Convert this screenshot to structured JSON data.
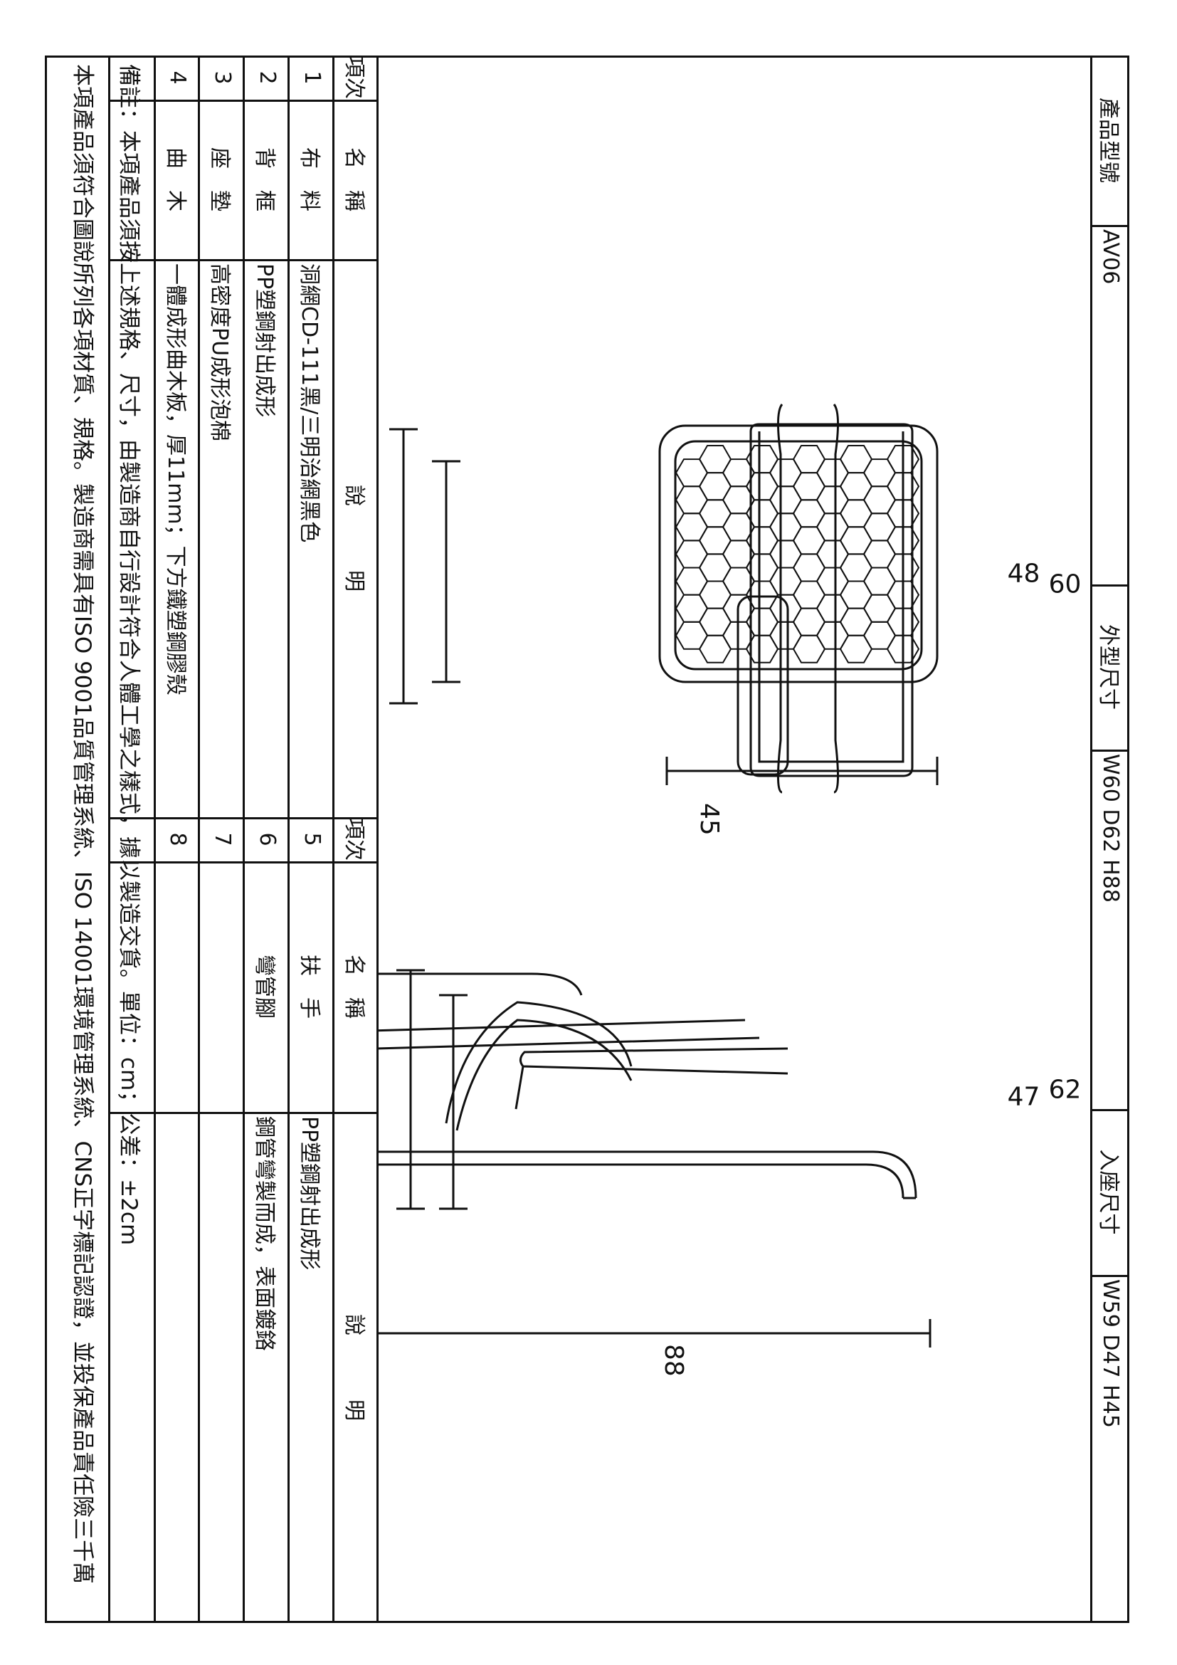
{
  "header": {
    "model_label": "產品型號",
    "model_value": "AV06",
    "outer_label": "外型尺寸",
    "outer_value": "W60 D62 H88",
    "inner_label": "入座尺寸",
    "inner_value": "W59 D47 H45"
  },
  "drawing": {
    "front_width": "45",
    "front_depth_outer": "60",
    "front_depth_inner": "48",
    "side_height_outer": "88",
    "side_depth_outer": "62",
    "side_depth_inner": "47"
  },
  "table": {
    "col_item": "項次",
    "col_name": "名　稱",
    "col_desc": "說　　　明",
    "left_rows": [
      {
        "no": "1",
        "name": "布　料",
        "desc": "洞網CD-111黑/三明治網黑色"
      },
      {
        "no": "2",
        "name": "背　框",
        "desc": "PP塑鋼射出成形"
      },
      {
        "no": "3",
        "name": "座　墊",
        "desc": "高密度PU成形泡棉"
      },
      {
        "no": "4",
        "name": "曲　木",
        "desc": "一體成形曲木板，厚11mm；下方鐵塑鋼膠殼"
      }
    ],
    "right_rows": [
      {
        "no": "5",
        "name": "扶　手",
        "desc": "PP塑鋼射出成形"
      },
      {
        "no": "6",
        "name": "彎管腳",
        "desc": "鋼管彎製而成，表面鍍鉻"
      },
      {
        "no": "7",
        "name": "",
        "desc": ""
      },
      {
        "no": "8",
        "name": "",
        "desc": ""
      }
    ]
  },
  "notes": {
    "line1": "備註：本項產品須按上述規格、尺寸，由製造商自行設計符合人體工學之樣式，據以製造交貨。單位：cm；公差：±2cm",
    "line2": "本項產品須符合圖說所列各項材質、規格。製造商需具有ISO 9001品質管理系統、ISO 14001環境管理系統、CNS正字標記認證，並投保產品責任險三千萬"
  }
}
